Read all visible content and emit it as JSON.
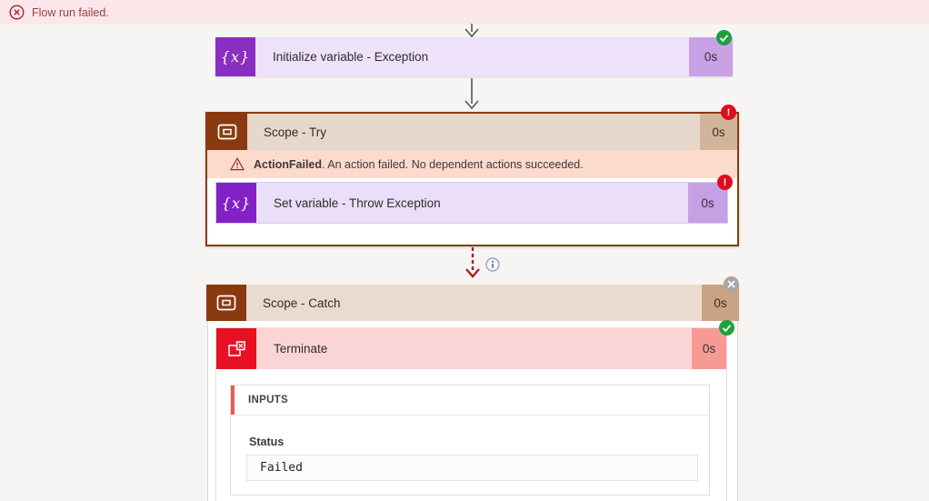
{
  "banner": {
    "message": "Flow run failed.",
    "icon": "error-circle-icon"
  },
  "icons": {
    "error_exclamation": "!"
  },
  "actions": {
    "initialize": {
      "title": "Initialize variable - Exception",
      "duration": "0s",
      "status": "succeeded",
      "icon_glyph": "{x}"
    },
    "scope_try": {
      "title": "Scope - Try",
      "duration": "0s",
      "status": "failed",
      "error": {
        "code": "ActionFailed",
        "rest": ". An action failed. No dependent actions succeeded."
      }
    },
    "set_variable": {
      "title": "Set variable - Throw Exception",
      "duration": "0s",
      "status": "failed",
      "icon_glyph": "{x}"
    },
    "scope_catch": {
      "title": "Scope - Catch",
      "duration": "0s"
    },
    "terminate": {
      "title": "Terminate",
      "duration": "0s",
      "status": "succeeded",
      "inputs": {
        "header": "INPUTS",
        "status_label": "Status",
        "status_value": "Failed"
      }
    }
  },
  "colors": {
    "banner_bg": "#fbe7e9",
    "banner_text": "#9d3d43",
    "variable_purple": "#8a2ec1",
    "variable_light": "#eee2fa",
    "variable_mid": "#c9a2e6",
    "scope_brown": "#8a3a10",
    "scope_try_body": "#e6d8ca",
    "scope_catch_body": "#e9dccf",
    "error_strip_bg": "#fcdacc",
    "terminate_red": "#e81123",
    "terminate_body": "#fbd5d6",
    "success_green": "#1ca23c",
    "fail_red": "#df0b1e",
    "inputs_accent": "#ee5a50"
  }
}
